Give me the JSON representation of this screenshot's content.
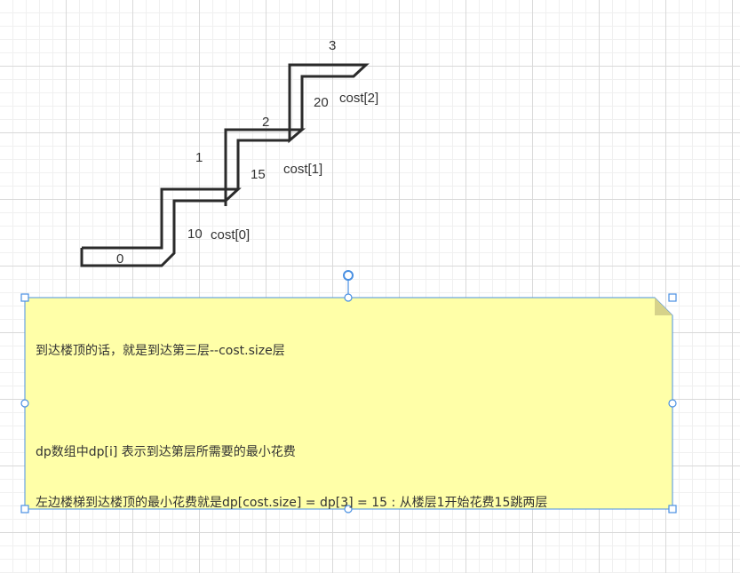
{
  "stairs": {
    "floor_labels": [
      "0",
      "1",
      "2",
      "3"
    ],
    "cost_values": [
      "10",
      "15",
      "20"
    ],
    "cost_labels": [
      "cost[0]",
      "cost[1]",
      "cost[2]"
    ]
  },
  "note": {
    "lines": [
      "到达楼顶的话，就是到达第三层--cost.size层",
      "",
      "dp数组中dp[i] 表示到达第层所需要的最小花费",
      "左边楼梯到达楼顶的最小花费就是dp[cost.size] = dp[3] = 15 : 从楼层1开始花费15跳两层"
    ],
    "fill_color": "#ffffa8",
    "selection_color": "#4a90e2"
  }
}
